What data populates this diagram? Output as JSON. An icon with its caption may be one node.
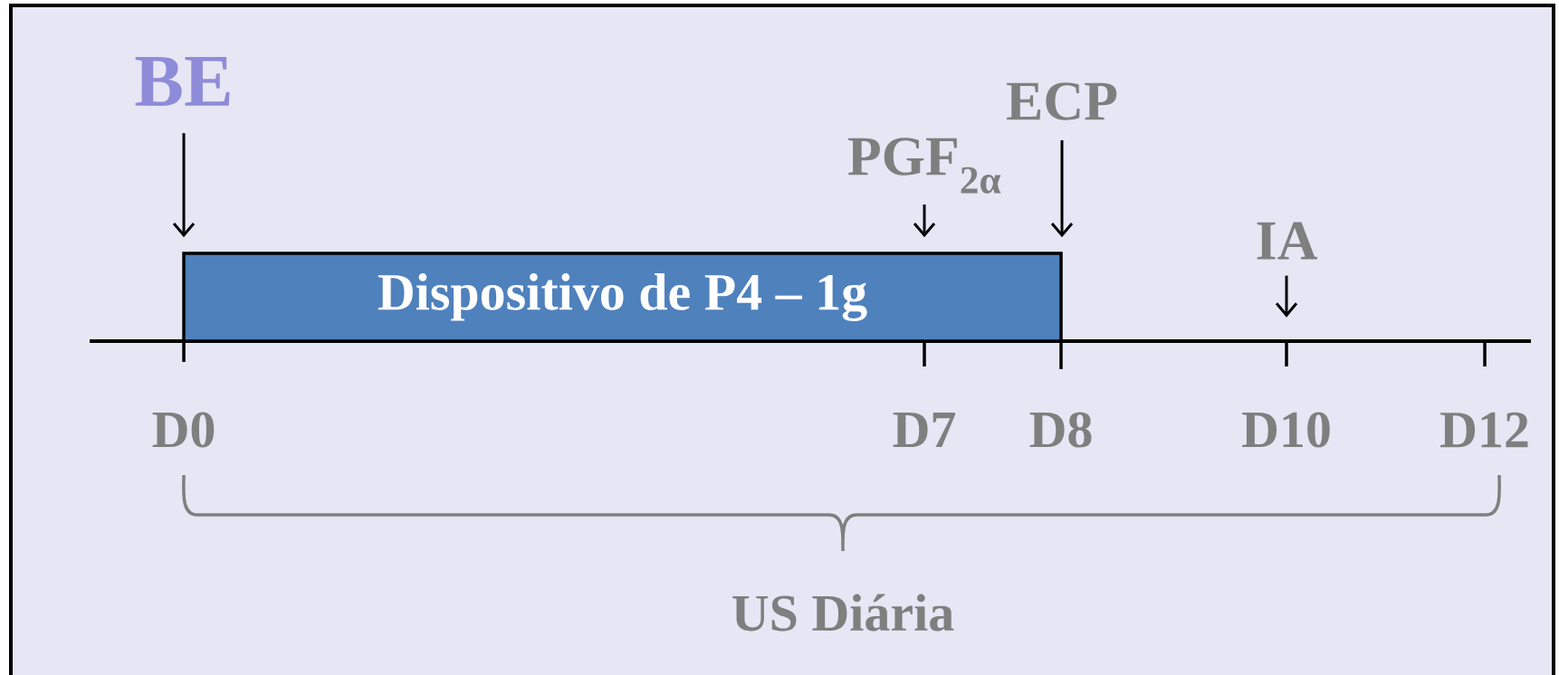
{
  "diagram": {
    "nodes": [
      {
        "text": [
          "BE"
        ]
      },
      {
        "text": [
          "ECP"
        ]
      },
      {
        "text": [
          "PGF$_{2α}$"
        ]
      },
      {
        "text": [
          "IA"
        ]
      },
      {
        "text": [
          "Dispositivo de P4 – 1g"
        ]
      }
    ],
    "edges": [
      {
        "from": 0,
        "to": 4,
        "arrow": "to"
      },
      {
        "from": 2,
        "to": 4,
        "arrow": "to"
      },
      {
        "from": 1,
        "to": 4,
        "arrow": "to"
      },
      {
        "from": 3,
        "to": null,
        "arrow": "to"
      }
    ],
    "labels": [
      "D0",
      "D7",
      "D8",
      "D10",
      "D12",
      "US Diária"
    ]
  }
}
